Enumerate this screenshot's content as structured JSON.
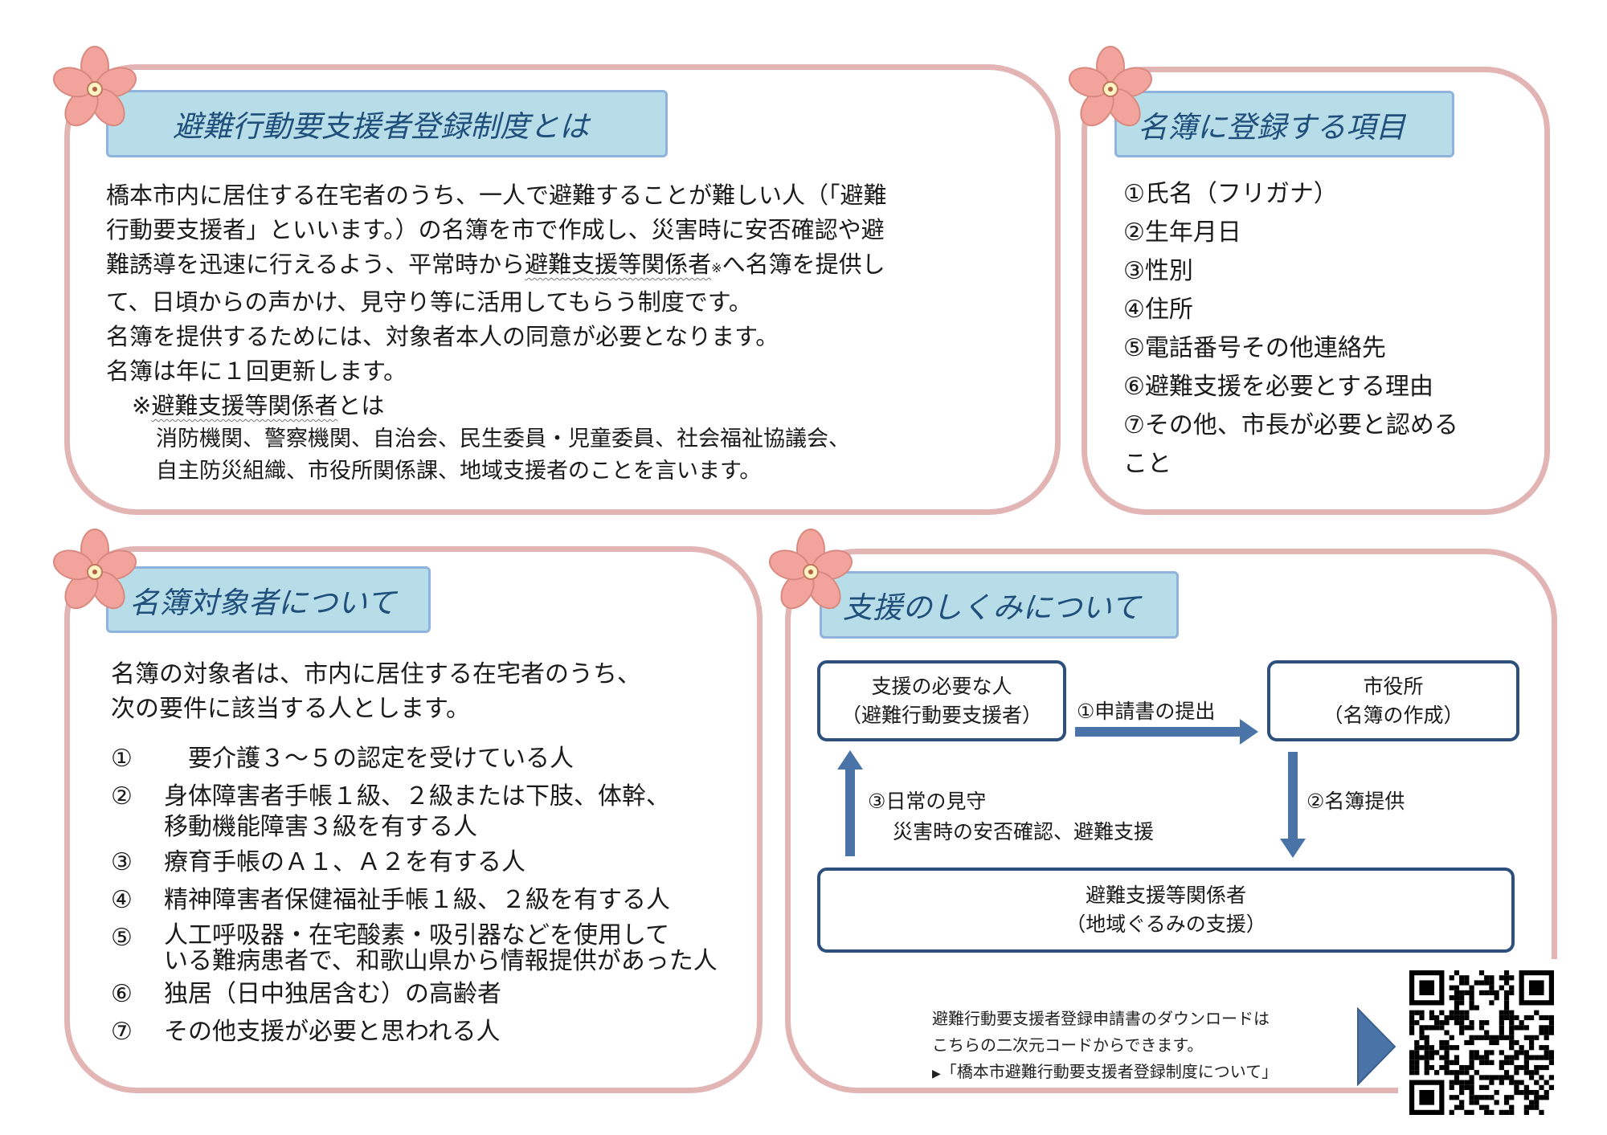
{
  "section1": {
    "title": "避難行動要支援者登録制度とは",
    "lines": [
      "橋本市内に居住する在宅者のうち、一人で避難することが難しい人（「避難",
      "行動要支援者」といいます。）の名簿を市で作成し、災害時に安否確認や避",
      "て、日頃からの声かけ、見守り等に活用してもらう制度です。",
      "名簿を提供するためには、対象者本人の同意が必要となります。",
      "名簿は年に１回更新します。"
    ],
    "line3_pre": "難誘導を迅速に行えるよう、平常時から",
    "line3_term": "避難支援等関係者",
    "line3_mark": "※",
    "line3_post": "へ名簿を提供し",
    "note_mark": "※",
    "note_term": "避難支援等関係者",
    "note_suffix": "とは",
    "note_lines": [
      "消防機関、警察機関、自治会、民生委員・児童委員、社会福祉協議会、",
      "自主防災組織、市役所関係課、地域支援者のことを言います。"
    ]
  },
  "section2": {
    "title": "名簿に登録する項目",
    "items": [
      "①氏名（フリガナ）",
      "②生年月日",
      "③性別",
      "④住所",
      "⑤電話番号その他連絡先",
      "⑥避難支援を必要とする理由",
      "⑦その他、市長が必要と認める",
      "こと"
    ]
  },
  "section3": {
    "title": "名簿対象者について",
    "intro": [
      "名簿の対象者は、市内に居住する在宅者のうち、",
      "次の要件に該当する人とします。"
    ],
    "items": [
      {
        "num": "①",
        "lines": [
          "　要介護３～５の認定を受けている人"
        ]
      },
      {
        "num": "②",
        "lines": [
          "身体障害者手帳１級、２級または下肢、体幹、",
          "移動機能障害３級を有する人"
        ]
      },
      {
        "num": "③",
        "lines": [
          "療育手帳のＡ１、Ａ２を有する人"
        ]
      },
      {
        "num": "④",
        "lines": [
          "精神障害者保健福祉手帳１級、２級を有する人"
        ]
      },
      {
        "num": "⑤",
        "lines": [
          "人工呼吸器・在宅酸素・吸引器などを使用して",
          "いる難病患者で、和歌山県から情報提供があった人"
        ]
      },
      {
        "num": "⑥",
        "lines": [
          "独居（日中独居含む）の高齢者"
        ]
      },
      {
        "num": "⑦",
        "lines": [
          "その他支援が必要と思われる人"
        ]
      }
    ]
  },
  "section4": {
    "title": "支援のしくみについて",
    "person": {
      "name": "支援の必要な人",
      "sub": "（避難行動要支援者）"
    },
    "cityhall": {
      "name": "市役所",
      "sub": "（名簿の作成）"
    },
    "supporters": {
      "name": "避難支援等関係者",
      "sub": "（地域ぐるみの支援）"
    },
    "step1": "①申請書の提出",
    "step2": "②名簿提供",
    "step3_line1": "③日常の見守",
    "step3_line2": "災害時の安否確認、避難支援",
    "download": [
      "避難行動要支援者登録申請書のダウンロードは",
      "こちらの二次元コードからできます。"
    ],
    "link_marker": "▶",
    "link": "「橋本市避難行動要支援者登録制度について」"
  },
  "colors": {
    "border": "#e2b4b4",
    "tab": "#b7dde9",
    "tab_border": "#8fb3dd",
    "flower": "#f0a09a",
    "flow_border": "#2d4f7c",
    "arrow": "#4a74a8"
  }
}
